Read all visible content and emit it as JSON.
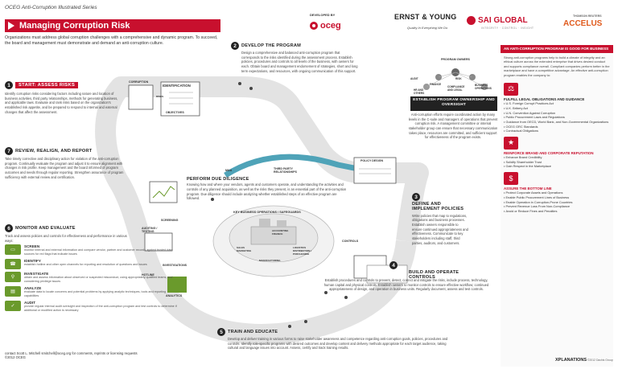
{
  "header": {
    "series": "OCEG Anti-Corruption Illustrated Series",
    "title": "Managing Corruption Risk",
    "intro": "Organizations must address global corruption challenges with a comprehensive and dynamic program. To succeed, the board and management must demonstrate and demand an anti-corruption culture."
  },
  "logos": {
    "developed_by": "DEVELOPED BY",
    "oceg": "oceg",
    "ey": "ERNST & YOUNG",
    "ey_tagline": "Quality In Everything We Do",
    "sai": "SAI GLOBAL",
    "sai_tagline": "INTEGRITY · CONTROL · INSIGHT",
    "thomson": "THOMSON REUTERS",
    "accelus": "ACCELUS"
  },
  "steps": {
    "s1": {
      "num": "1",
      "title": "START: ASSESS RISKS",
      "text": "Identify corruption risks considering factors including nature and location of business activities, third party relationships, methods for generating business, and applicable laws. Evaluate and rank risks based on the organization's established risk appetite, and be prepared to respond to internal and external changes that affect the assessment."
    },
    "s2": {
      "num": "2",
      "title": "DEVELOP THE PROGRAM",
      "text": "Design a comprehensive and balanced anti-corruption program that corresponds to the risks identified during the assessment process. Establish policies, procedures and controls to all levels of the business, with owners for each. Obtain board and management endorsement of strategies, short and long term expectations, and resources, with ongoing communication of this support."
    },
    "s3": {
      "num": "3",
      "title": "DEFINE AND IMPLEMENT POLICIES",
      "text": "Write policies that map to regulations, obligations and business processes. Establish owners responsible to ensure continued appropriateness and effectiveness. Communicate to key stakeholders including staff, third parties, auditors, and customers."
    },
    "s4": {
      "num": "4",
      "title": "BUILD AND OPERATE CONTROLS",
      "text": "Establish procedures and controls to prevent, detect, correct and mitigate the risks, include process, technology, human capital and physical controls. Establish owners to monitor controls to ensure effective workflow; continued appropriateness of design, and operation in business units. Regularly document, assess and test controls."
    },
    "s5": {
      "num": "5",
      "title": "TRAIN AND EDUCATE",
      "text": "Develop and deliver training in various forms to raise stakeholder awareness and competence regarding anti-corruption goals, policies, procedures and controls. Identify role-specific programs with desired outcomes and develop content and delivery methods appropriate for each target audience, taking cultural and language issues into account. Assess, certify and track training results."
    },
    "s6": {
      "num": "6",
      "title": "MONITOR AND EVALUATE",
      "text": "Track and assess policies and controls for effectiveness and performance in various ways:"
    },
    "s7": {
      "num": "7",
      "title": "REVIEW, REALIGN, AND REPORT",
      "text": "Take timely corrective and disciplinary action for violation of the anti-corruption program. Continually evaluate the program and adjust it to ensure alignment with changes in risk profile. Keep management and the board informed of program outcomes and needs through regular reporting. Strengthen assurance of program sufficiency with external review and certification."
    }
  },
  "due_diligence": {
    "title": "PERFORM DUE DILIGENCE",
    "text": "Knowing how and where your vendors, agents and customers operate, and understanding the activities and controls of any planned acquisition, as well as the risks they present, is an essential part of the anti-corruption program. Due diligence should include analyzing whether established steps of an effective program are followed."
  },
  "monitor_items": [
    {
      "title": "SCREEN",
      "desc": "monitor internal and external information and compare vendor, partner and customer records against trusted data sources for red flags that indicate issues",
      "icon": "screen-icon"
    },
    {
      "title": "IDENTIFY",
      "desc": "establish hotline and other open channels for reporting and resolution of questions and issues",
      "icon": "identify-icon"
    },
    {
      "title": "INVESTIGATE",
      "desc": "obtain and assess information about observed or suspected misconduct, using appropriately qualified teams, and considering privilege issues",
      "icon": "investigate-icon"
    },
    {
      "title": "ANALYZE",
      "desc": "evaluate data to locate concerns and potential problems by applying analytic techniques, tools and reporting capabilities",
      "icon": "analyze-icon"
    },
    {
      "title": "AUDIT",
      "desc": "provide regular internal audit oversight and inspection of the anti-corruption program and test controls to determine if additional or modified action is necessary",
      "icon": "audit-icon"
    }
  ],
  "diagram_labels": {
    "corruption": "CORRUPTION",
    "identification": "IDENTIFICATION",
    "objectives": "OBJECTIVES",
    "risks": "RISKS",
    "program_owners": "PROGRAM OWNERS",
    "audit": "AUDIT",
    "hr_others": "HR AND OTHERS",
    "finance": "FINANCE",
    "risk": "RISK",
    "compliance_legal": "COMPLIANCE AND LEGAL",
    "business_ops": "BUSINESS OPERATIONS",
    "ownership_title": "ESTABLISH PROGRAM OWNERSHIP AND OVERSIGHT",
    "ownership_text": "Anti-corruption efforts require coordinated action by many levels in the C-suite and managers of operations that prevent corruption risk. A management committee or internal stakeholder group can ensure that necessary communication takes place, resources are committed, and sufficient support for effectiveness of the program exists.",
    "policy_design": "POLICY DESIGN",
    "m_and_a": "M&A",
    "third_party": "THIRD PARTY RELATIONSHIPS",
    "key_ops": "KEY BUSINESS OPERATIONS / SAFEGUARDS",
    "accounting_finance": "ACCOUNTING FINANCE",
    "sales_marketing": "SALES MARKETING",
    "logistics": "LOGISTICS DISTRIBUTION / PURCHASING",
    "manufacturing": "MANUFACTURING",
    "controls": "CONTROLS",
    "screening": "SCREENING",
    "auditing_testing": "AUDITING / TESTING",
    "investigations": "INVESTIGATIONS",
    "hotline": "HOTLINE",
    "analytics": "ANALYTICS"
  },
  "sidebar": {
    "head": "AN ANTI-CORRUPTION PROGRAM IS GOOD FOR BUSINESS",
    "text": "Strong anti-corruption programs help to build a climate of integrity and an ethical culture across the extended enterprise that drives desired conduct and supports compliance overall. Compliant companies perform better in the marketplace and have a competitive advantage. An effective anti-corruption program enables the company to:",
    "s1_title": "FULFILL LEGAL OBLIGATIONS AND GUIDANCE",
    "s1_items": [
      "U.S. Foreign Corrupt Practices Act",
      "U.K. Bribery Act",
      "U.N. Convention Against Corruption",
      "Public Procurement Laws and Regulations",
      "Guidance from OECD, World Bank, and Non-Governmental Organizations",
      "OCEG GRC Standards",
      "Contractual Obligations"
    ],
    "s2_title": "REINFORCE BRAND AND CORPORATE REPUTATION",
    "s2_items": [
      "Enhance Brand Credibility",
      "Solidify Shareholder Trust",
      "Gain Respect in the Marketplace"
    ],
    "s3_title": "ASSURE THE BOTTOM LINE",
    "s3_items": [
      "Protect Corporate Assets and Operations",
      "Enable Public Procurement Lines of Business",
      "Enable Operation in Corruption-Prone Countries",
      "Prevent Revenue Loss From Non-Compliance",
      "Avoid or Reduce Fines and Penalties"
    ]
  },
  "footer": {
    "contact": "contact Scott L. Mitchell smitchell@oceg.org for comments, reprints or licensing requests",
    "copyright_short": "©2012 OCEG",
    "xplanations": "XPLANATIONS",
    "xplan_copy": "©2012 Dachis Group"
  },
  "colors": {
    "accent": "#c8102e",
    "green": "#6a9a2c",
    "dark": "#222222"
  }
}
